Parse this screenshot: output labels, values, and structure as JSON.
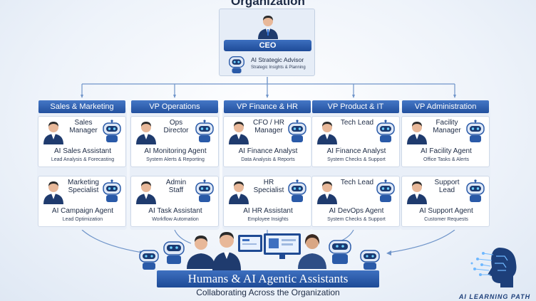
{
  "title": "Organization",
  "ceo": {
    "label": "CEO",
    "ai_title": "AI Strategic Advisor",
    "ai_subtitle": "Strategic Insights & Planning"
  },
  "departments": [
    {
      "header": "Sales & Marketing",
      "cards": [
        {
          "role": "Sales Manager",
          "agent": "AI Sales Assistant",
          "detail": "Lead Analysis & Forecasting"
        },
        {
          "role": "Marketing Specialist",
          "agent": "AI Campaign Agent",
          "detail": "Lead Optimization"
        }
      ]
    },
    {
      "header": "VP Operations",
      "cards": [
        {
          "role": "Ops Director",
          "agent": "AI Monitoring Agent",
          "detail": "System Alerts & Reporting"
        },
        {
          "role": "Admin Staff",
          "agent": "AI Task Assistant",
          "detail": "Workflow Automation"
        }
      ]
    },
    {
      "header": "VP Finance & HR",
      "cards": [
        {
          "role": "CFO / HR Manager",
          "agent": "AI Finance Analyst",
          "detail": "Data Analysis & Reports"
        },
        {
          "role": "HR Specialist",
          "agent": "AI HR Assistant",
          "detail": "Employee Insights"
        }
      ]
    },
    {
      "header": "VP Product & IT",
      "cards": [
        {
          "role": "Tech Lead",
          "agent": "AI Finance Analyst",
          "detail": "System Checks & Support"
        },
        {
          "role": "Tech Lead",
          "agent": "AI DevOps Agent",
          "detail": "System Checks & Support"
        }
      ]
    },
    {
      "header": "VP Administration",
      "cards": [
        {
          "role": "Facility Manager",
          "agent": "AI Facility Agent",
          "detail": "Office Tasks & Alerts"
        },
        {
          "role": "Support Lead",
          "agent": "AI Support Agent",
          "detail": "Customer Requests"
        }
      ]
    }
  ],
  "footer": {
    "banner": "Humans & AI Agentic Assistants",
    "subtitle": "Collaborating Across the Organization",
    "logo_text": "AI LEARNING PATH"
  },
  "colors": {
    "accent": "#22509e",
    "connector": "#6f94c9",
    "card_bg": "#ffffff",
    "panel_bg": "#e9eff8"
  },
  "icons": [
    "person-icon",
    "robot-icon",
    "brain-logo-icon",
    "monitor-icon"
  ]
}
